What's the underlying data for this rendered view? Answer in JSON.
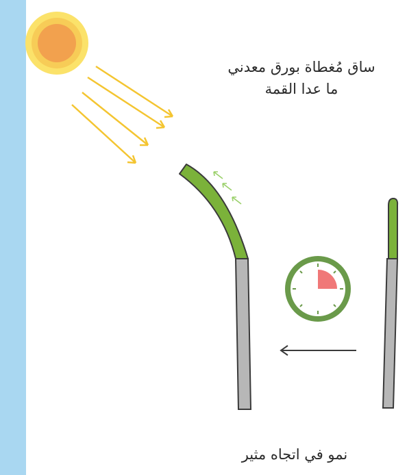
{
  "captions": {
    "stem_covered": {
      "line1": "ساق مُغطاة بورق معدني",
      "line2": "ما عدا القمة"
    },
    "growth_direction": "نمو في اتجاه مثير"
  },
  "icons": [
    "sun-icon",
    "light-rays",
    "timer-clock-icon",
    "left-arrow-icon",
    "growth-arrows"
  ],
  "colors": {
    "side_band": "#a9d7f1",
    "sun_outer": "#fbe26a",
    "sun_inner": "#f2a14e",
    "light_ray": "#f4c531",
    "green_tip": "#7bb23a",
    "foil_stem": "#b7b7b7",
    "clock_ring": "#6a9a4a",
    "clock_wedge": "#f07878"
  }
}
